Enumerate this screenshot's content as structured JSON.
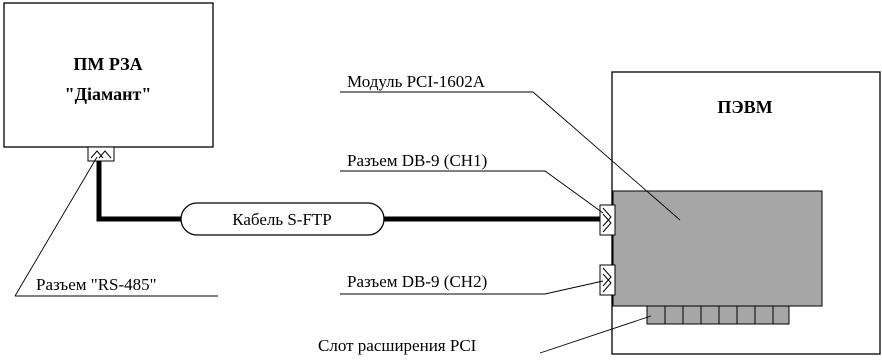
{
  "device": {
    "title_line1": "ПМ РЗА",
    "title_line2": "\"Діамант\""
  },
  "pc": {
    "title": "ПЭВМ"
  },
  "cable": {
    "label": "Кабель S-FTP"
  },
  "labels": {
    "module": "Модуль PCI-1602A",
    "db9_ch1": "Разъем DB-9 (CH1)",
    "db9_ch2": "Разъем DB-9 (CH2)",
    "rs485": "Разъем \"RS-485\"",
    "pci_slot": "Слот расширения PCI"
  },
  "colors": {
    "card_fill": "#a6a6a6",
    "line": "#000000",
    "background": "#ffffff"
  }
}
